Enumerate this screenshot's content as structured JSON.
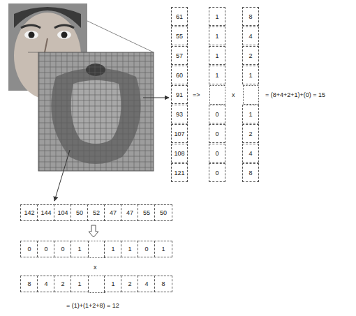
{
  "diagram": {
    "labels": [
      "61",
      "55",
      "57",
      "60",
      "91",
      "93",
      "107",
      "108",
      "121",
      "=>",
      "1",
      "1",
      "1",
      "1",
      "0",
      "0",
      "0",
      "0",
      "x",
      "8",
      "4",
      "2",
      "1",
      "1",
      "2",
      "4",
      "8",
      "= (8+4+2+1)+(0) = 15",
      "142",
      "144",
      "104",
      "50",
      "52",
      "47",
      "47",
      "55",
      "50",
      "0",
      "0",
      "0",
      "1",
      "1",
      "1",
      "0",
      "1",
      "x",
      "8",
      "4",
      "2",
      "1",
      "1",
      "2",
      "4",
      "8",
      "= (1)+(1+2+8) = 12"
    ]
  }
}
